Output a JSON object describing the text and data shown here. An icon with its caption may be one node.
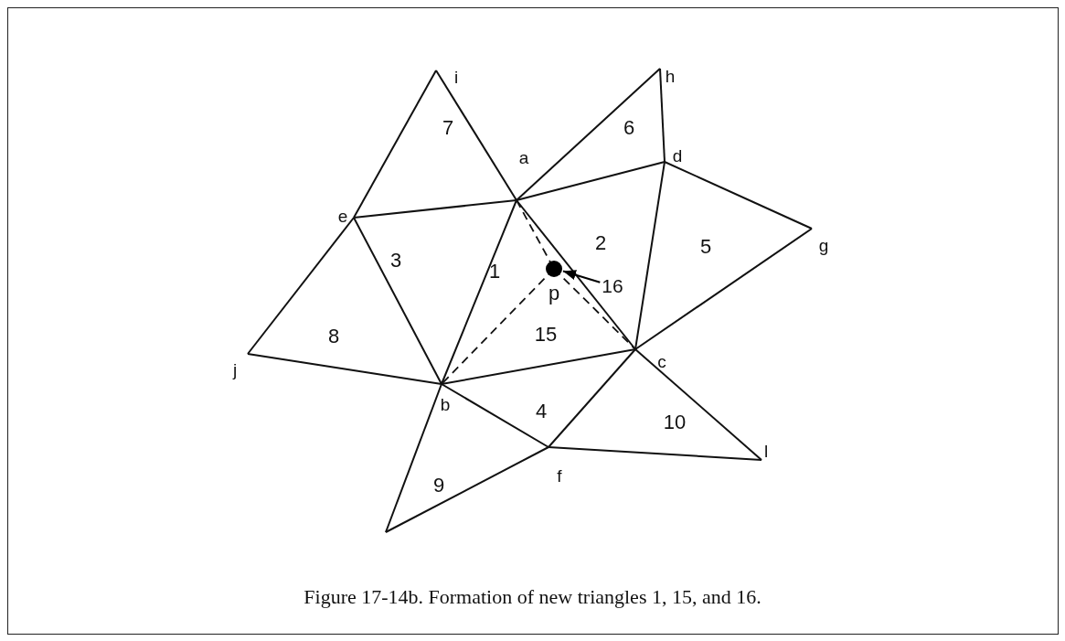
{
  "diagram": {
    "caption": "Figure 17-14b. Formation of new triangles 1, 15, and 16.",
    "nodes": [
      {
        "text": [
          "16"
        ]
      },
      {
        "text": [],
        "shape": "circle"
      }
    ],
    "edges": [
      {
        "from": 0,
        "to": 1,
        "arrow": "to"
      }
    ],
    "labels": [
      "i",
      "h",
      "7",
      "6",
      "a",
      "d",
      "e",
      "2",
      "5",
      "g",
      "3",
      "1",
      "p",
      "8",
      "15",
      "j",
      "c",
      "b",
      "4",
      "10",
      "9",
      "f",
      "l"
    ]
  }
}
